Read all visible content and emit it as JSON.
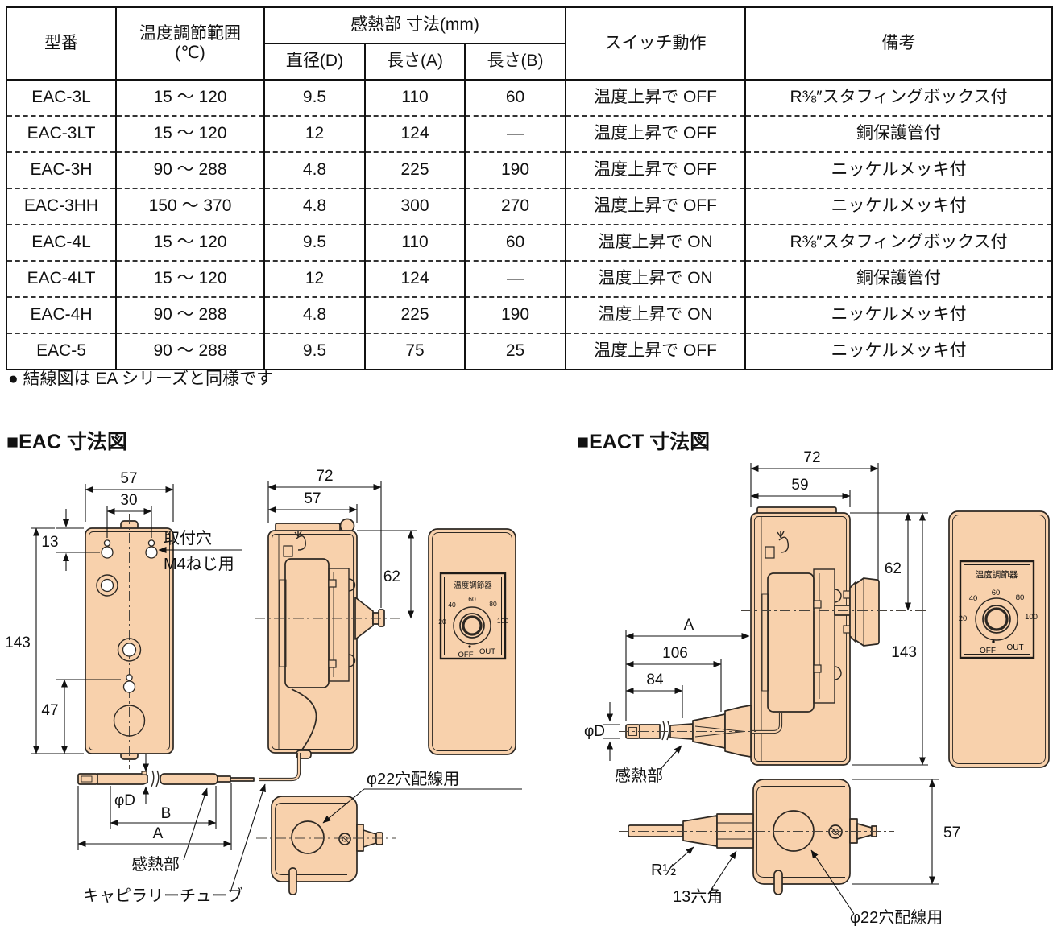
{
  "table": {
    "headers": {
      "model": "型番",
      "temp_range_1": "温度調節範囲",
      "temp_range_2": "(℃)",
      "sensor_group": "感熱部 寸法(mm)",
      "diameter": "直径(D)",
      "length_a": "長さ(A)",
      "length_b": "長さ(B)",
      "switch_action": "スイッチ動作",
      "remarks": "備考"
    },
    "rows": [
      {
        "model": "EAC-3L",
        "range": "15 〜 120",
        "d": "9.5",
        "a": "110",
        "b": "60",
        "sw": "温度上昇で OFF",
        "remarks": "R⅜″スタフィングボックス付"
      },
      {
        "model": "EAC-3LT",
        "range": "15 〜 120",
        "d": "12",
        "a": "124",
        "b": "—",
        "sw": "温度上昇で OFF",
        "remarks": "銅保護管付"
      },
      {
        "model": "EAC-3H",
        "range": "90 〜 288",
        "d": "4.8",
        "a": "225",
        "b": "190",
        "sw": "温度上昇で OFF",
        "remarks": "ニッケルメッキ付"
      },
      {
        "model": "EAC-3HH",
        "range": "150 〜 370",
        "d": "4.8",
        "a": "300",
        "b": "270",
        "sw": "温度上昇で OFF",
        "remarks": "ニッケルメッキ付"
      },
      {
        "model": "EAC-4L",
        "range": "15 〜 120",
        "d": "9.5",
        "a": "110",
        "b": "60",
        "sw": "温度上昇で ON",
        "remarks": "R⅜″スタフィングボックス付"
      },
      {
        "model": "EAC-4LT",
        "range": "15 〜 120",
        "d": "12",
        "a": "124",
        "b": "—",
        "sw": "温度上昇で ON",
        "remarks": "銅保護管付"
      },
      {
        "model": "EAC-4H",
        "range": "90 〜 288",
        "d": "4.8",
        "a": "225",
        "b": "190",
        "sw": "温度上昇で ON",
        "remarks": "ニッケルメッキ付"
      },
      {
        "model": "EAC-5",
        "range": "90 〜 288",
        "d": "9.5",
        "a": "75",
        "b": "25",
        "sw": "温度上昇で OFF",
        "remarks": "ニッケルメッキ付"
      }
    ]
  },
  "note": "● 結線図は EA シリーズと同様です",
  "dial": {
    "title": "温度調節器",
    "t20": "20",
    "t40": "40",
    "t60": "60",
    "t80": "80",
    "t100": "100",
    "off": "OFF",
    "out": "OUT"
  },
  "eac": {
    "title": "■EAC 寸法図",
    "dims": {
      "w57": "57",
      "w30": "30",
      "h13": "13",
      "h143": "143",
      "h47": "47",
      "w72": "72",
      "w57b": "57",
      "h62": "62",
      "phid": "φD",
      "b": "B",
      "a": "A"
    },
    "labels": {
      "mount_hole": "取付穴",
      "m4": "M4ねじ用",
      "sensor": "感熱部",
      "capillary": "キャピラリーチューブ",
      "wiring": "φ22穴配線用"
    }
  },
  "eact": {
    "title": "■EACT 寸法図",
    "dims": {
      "w72": "72",
      "w59": "59",
      "h62": "62",
      "h143": "143",
      "a": "A",
      "l106": "106",
      "l84": "84",
      "phid": "φD",
      "d57": "57"
    },
    "labels": {
      "sensor": "感熱部",
      "r12": "R½",
      "hex": "13六角",
      "wiring": "φ22穴配線用"
    }
  },
  "colors": {
    "body_fill": "#f8d1ac",
    "line": "#2d2823"
  }
}
